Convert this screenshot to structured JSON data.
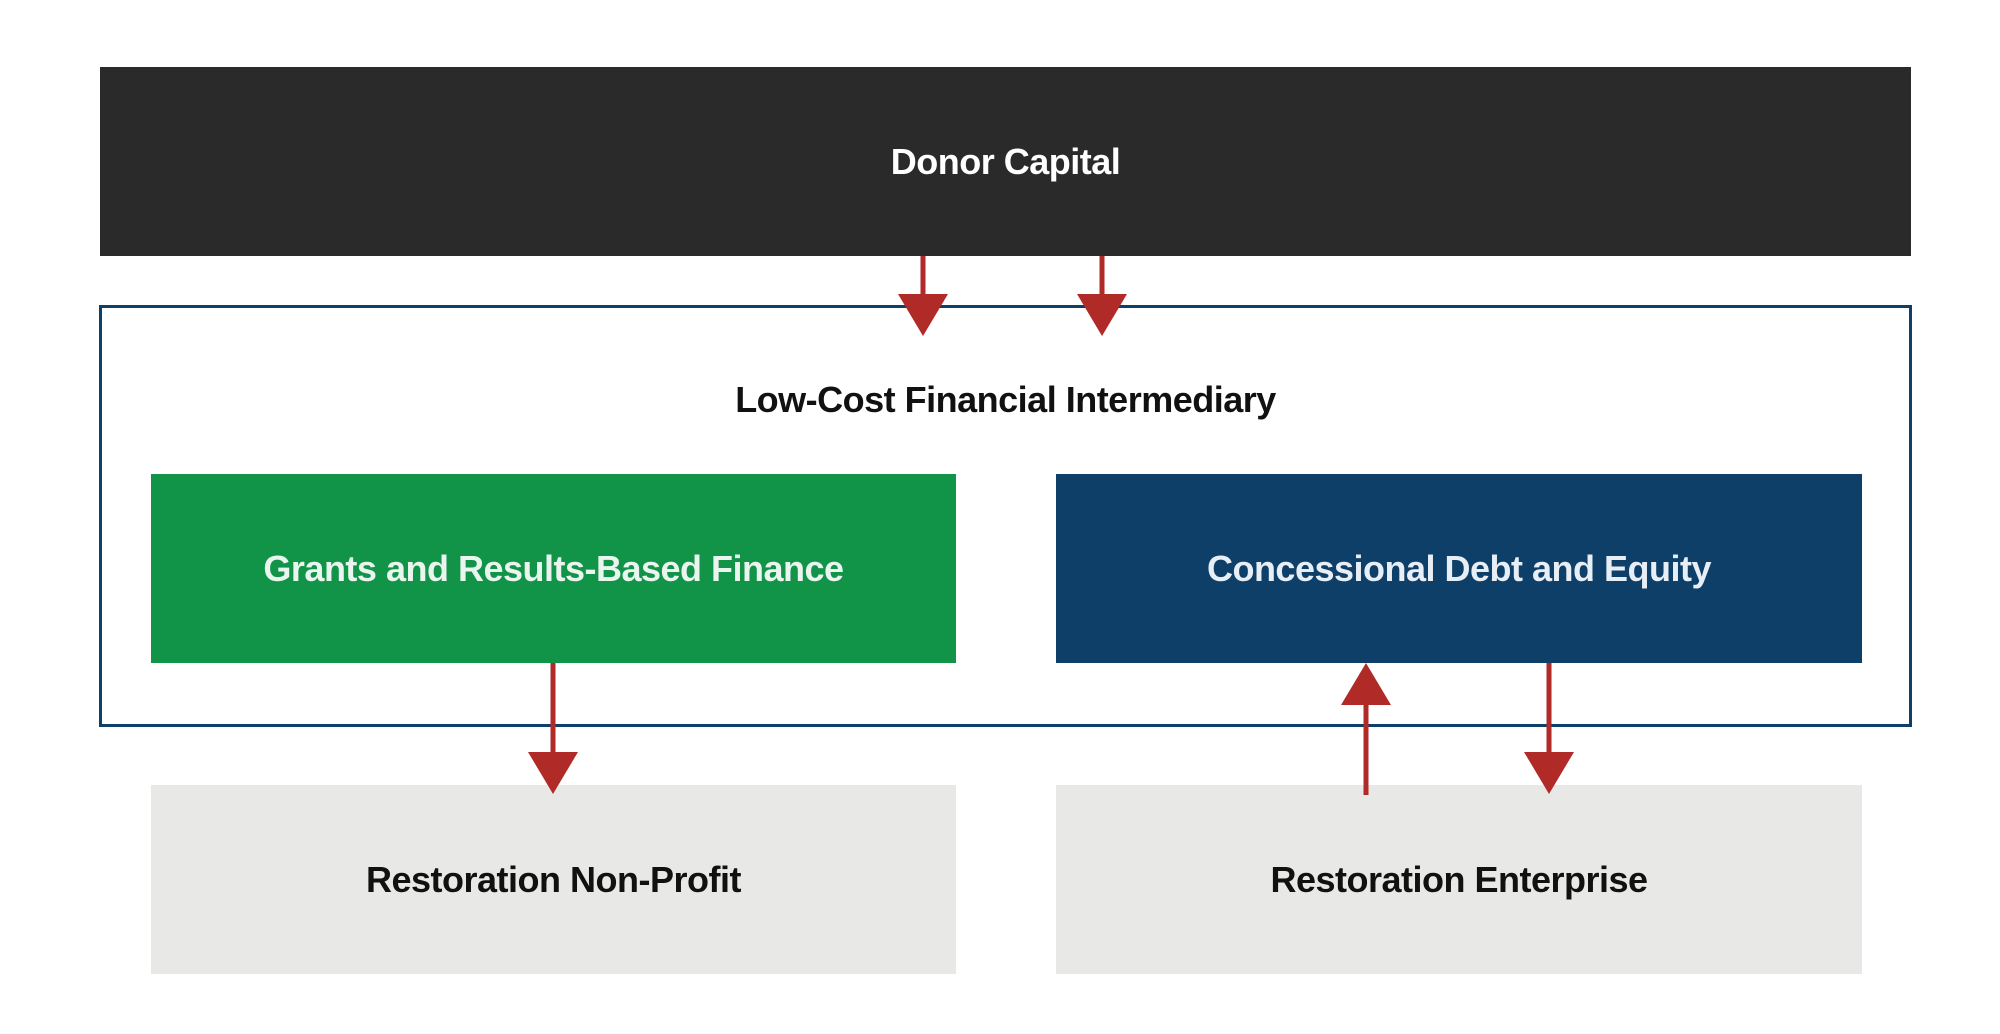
{
  "diagram": {
    "donor_capital": "Donor Capital",
    "intermediary": "Low-Cost Financial Intermediary",
    "grants": "Grants and Results-Based Finance",
    "concessional": "Concessional Debt and Equity",
    "nonprofit": "Restoration Non-Profit",
    "enterprise": "Restoration Enterprise"
  },
  "colors": {
    "donor_bg": "#2a2a2a",
    "intermediary_border": "#0e3f68",
    "grants_bg": "#129448",
    "concessional_bg": "#0e3f68",
    "recipient_bg": "#e8e8e6",
    "arrow": "#b02a28"
  }
}
